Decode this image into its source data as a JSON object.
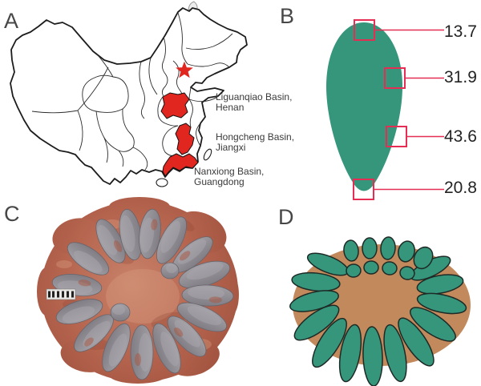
{
  "colors": {
    "teal": "#35967c",
    "nest_brown": "#c28a5c",
    "map_red": "#e0261f",
    "accent_red": "#e62e55",
    "slab_mid": "#b5644e"
  },
  "panels": {
    "a": "A",
    "b": "B",
    "c": "C",
    "d": "D"
  },
  "panel_a": {
    "basins": [
      {
        "line1": "Liguanqiao Basin,",
        "line2": "Henan"
      },
      {
        "line1": "Hongcheng Basin,",
        "line2": "Jiangxi"
      },
      {
        "line1": "Nanxiong Basin,",
        "line2": "Guangdong"
      }
    ]
  },
  "panel_b": {
    "measurements": [
      "13.7",
      "31.9",
      "43.6",
      "20.8"
    ]
  }
}
